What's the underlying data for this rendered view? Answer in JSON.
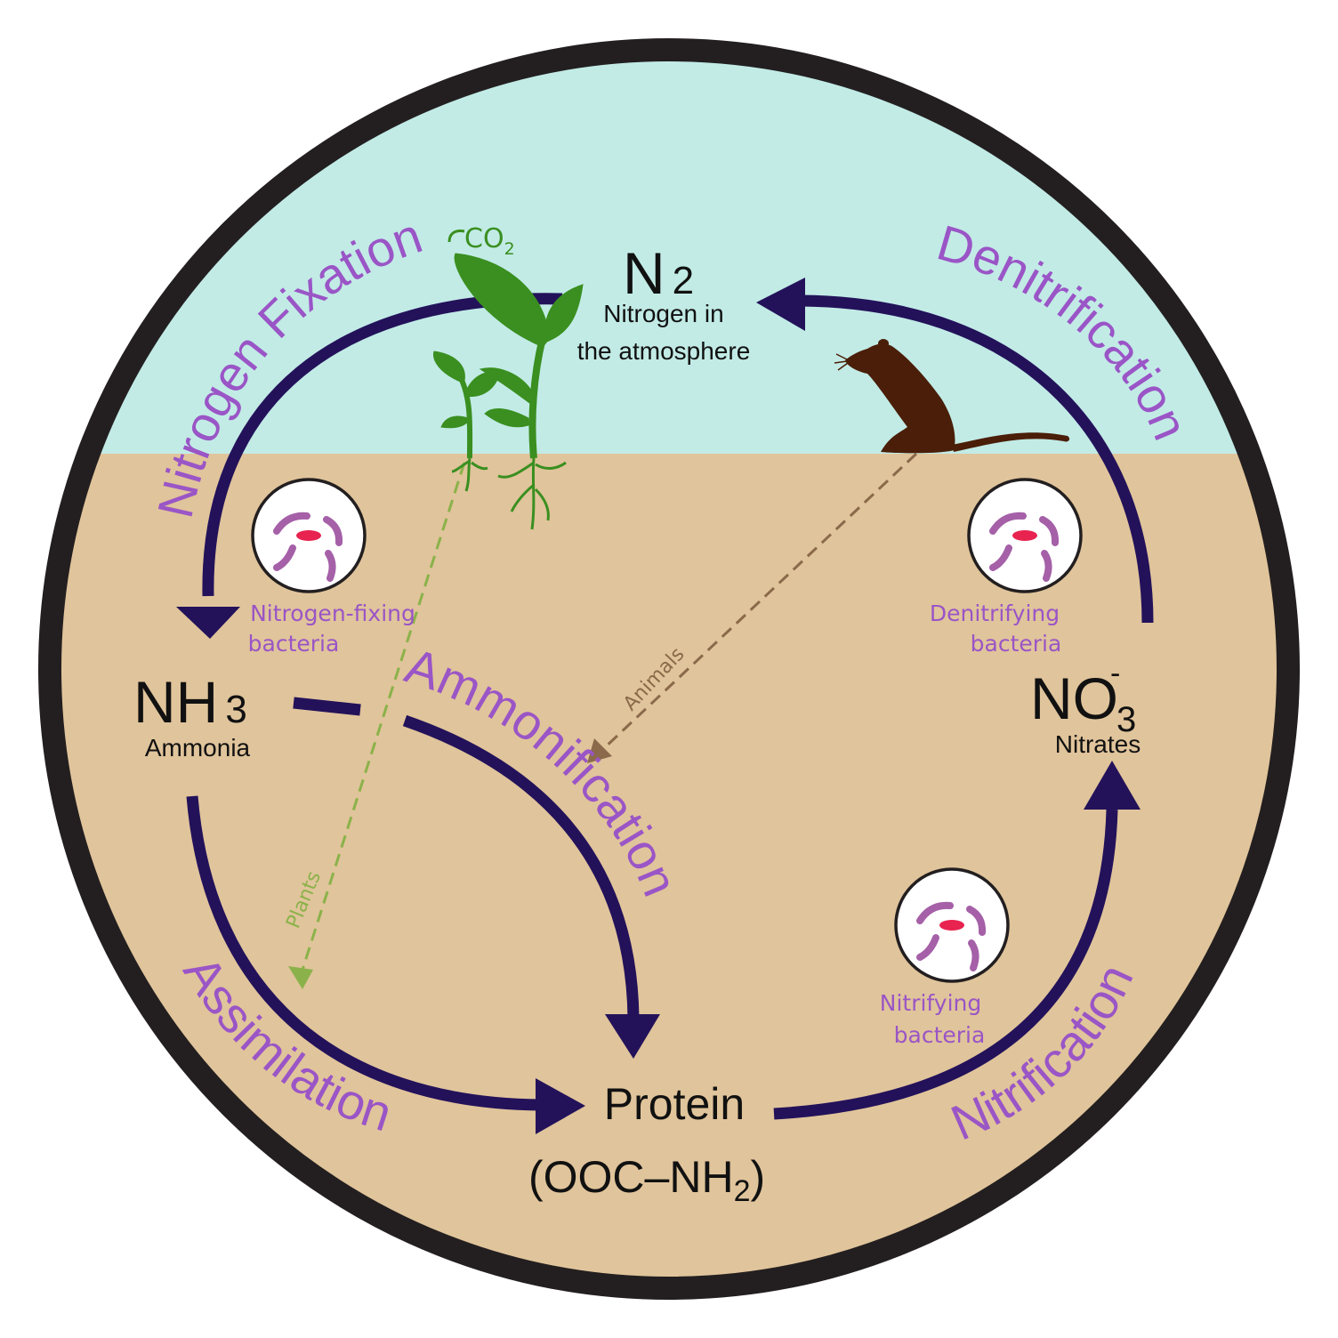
{
  "colors": {
    "sky": "#c2ebe6",
    "soil": "#e0c49b",
    "rim": "#231f20",
    "arrow": "#23125a",
    "process_text": "#9a55c6",
    "bacteria_text": "#9a55c6",
    "plant": "#3a8f20",
    "plants_arrow": "#8bb24a",
    "animals_arrow": "#8a6a4a",
    "rodent": "#4a1e08",
    "bacteria_body": "#a560a8",
    "bacteria_core": "#e8234f"
  },
  "icons": {
    "plant": "plant-seedlings-icon",
    "rodent": "mouse-icon",
    "bacteria": "bacteria-cell-icon"
  },
  "compounds": {
    "n2": {
      "formula_main": "N",
      "formula_sub": "2",
      "caption_line1": "Nitrogen in",
      "caption_line2": "the atmosphere"
    },
    "nh3": {
      "formula_main": "NH",
      "formula_sub": "3",
      "caption": "Ammonia"
    },
    "no3": {
      "formula_main": "NO",
      "formula_sub": "3",
      "formula_sup": "-",
      "caption": "Nitrates"
    },
    "protein": {
      "name": "Protein",
      "formula_open": "(OOC–NH",
      "formula_sub": "2",
      "formula_close": ")"
    },
    "co2": {
      "main": "CO",
      "sub": "2"
    }
  },
  "processes": {
    "fixation": "Nitrogen Fixation",
    "denitrification": "Denitrification",
    "ammonification": "Ammonification",
    "assimilation": "Assimilation",
    "nitrification": "Nitrification"
  },
  "bacteria": {
    "fixing": {
      "line1": "Nitrogen-fixing",
      "line2": "bacteria"
    },
    "denitrifying": {
      "line1": "Denitrifying",
      "line2": "bacteria"
    },
    "nitrifying": {
      "line1": "Nitrifying",
      "line2": "bacteria"
    }
  },
  "contributors": {
    "plants": "Plants",
    "animals": "Animals"
  }
}
